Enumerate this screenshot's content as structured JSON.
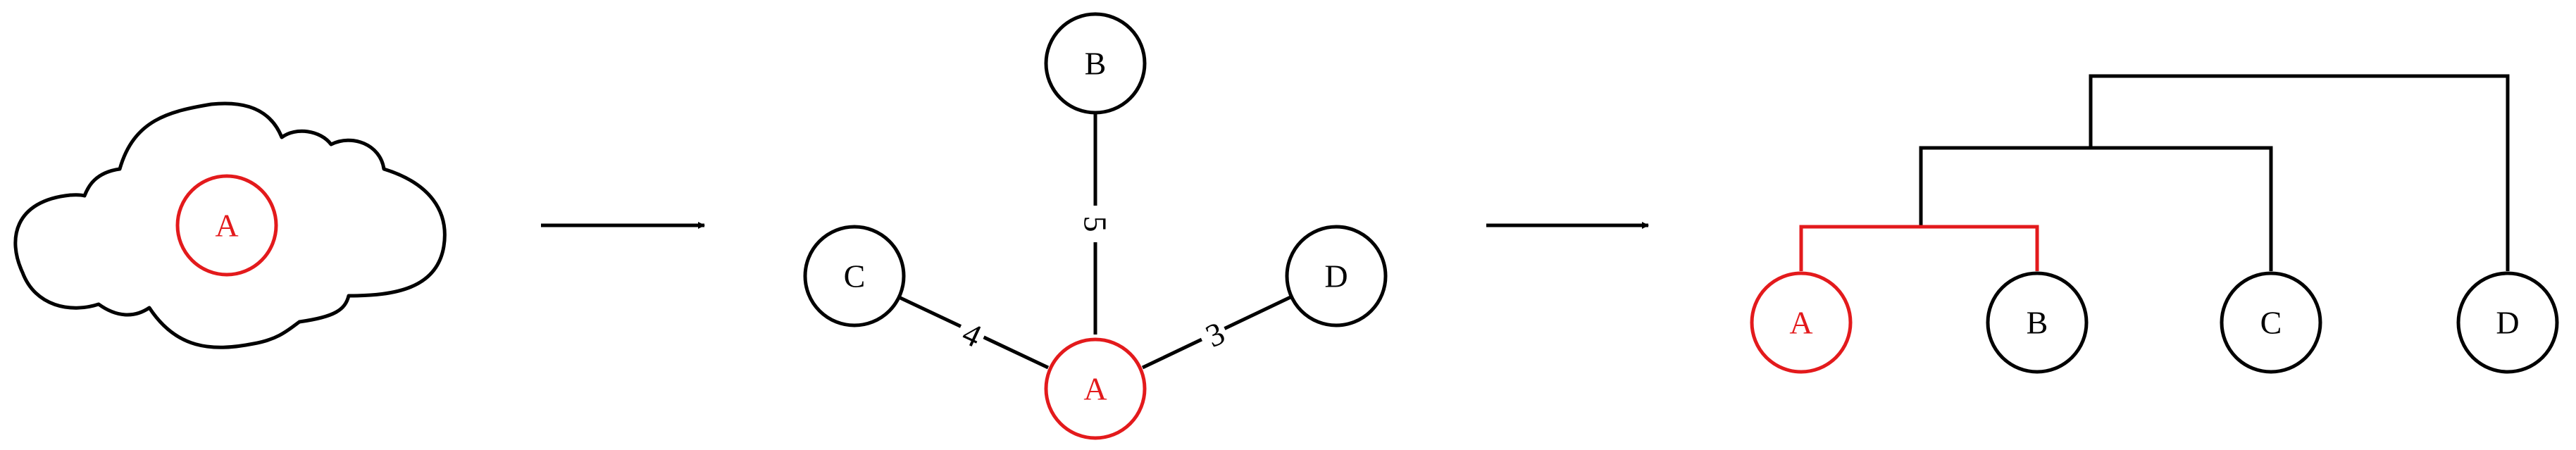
{
  "colors": {
    "highlight": "#e31a1c",
    "stroke": "#000000",
    "background": "#ffffff"
  },
  "stage1": {
    "node": "A"
  },
  "stage2": {
    "center": "A",
    "neighbors": [
      {
        "node": "B",
        "weight": "5"
      },
      {
        "node": "C",
        "weight": "4"
      },
      {
        "node": "D",
        "weight": "3"
      }
    ]
  },
  "stage3": {
    "leaves": [
      "A",
      "B",
      "C",
      "D"
    ]
  }
}
